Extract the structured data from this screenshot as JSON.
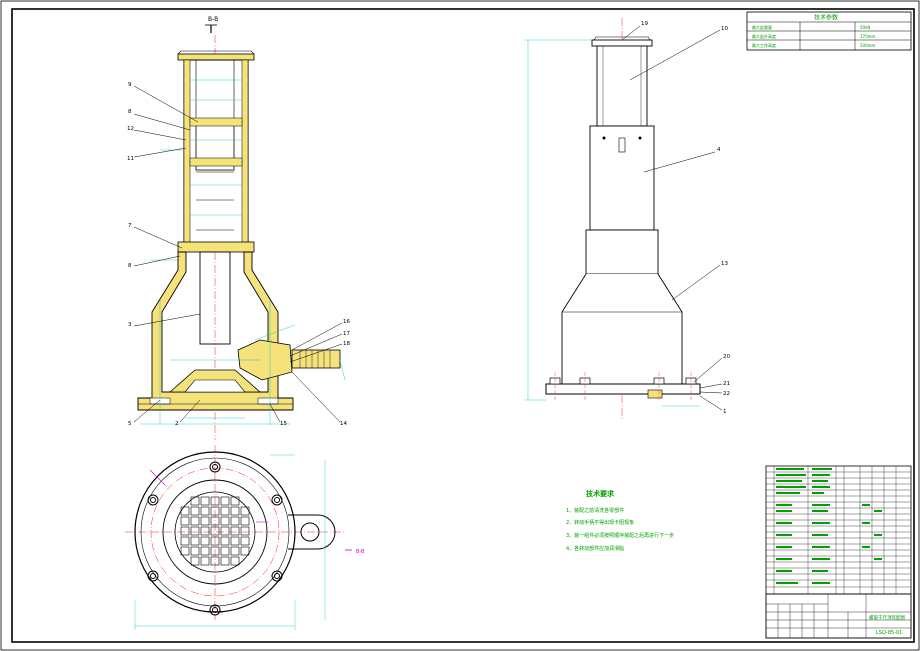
{
  "drawing": {
    "section_label": "B-B",
    "side_label": "B-B",
    "drawing_number": "LSQ-85-01",
    "drawing_title": "螺旋千斤顶装配图"
  },
  "tech_params": {
    "title": "技术参数",
    "rows": [
      {
        "name": "最大起重量",
        "value": "50kN"
      },
      {
        "name": "最大起升高度",
        "value": "170mm"
      },
      {
        "name": "最大工作高度",
        "value": "500mm"
      }
    ]
  },
  "requirements": {
    "title": "技术要求",
    "items": [
      "1、装配之前清洗各零部件",
      "2、转动手柄不得出现卡阻现象",
      "3、装一组件必须按照顺序装配之后再进行下一步",
      "4、各转动部件应加润滑脂"
    ]
  },
  "balloons_left": [
    {
      "num": "9"
    },
    {
      "num": "8"
    },
    {
      "num": "12"
    },
    {
      "num": "11"
    },
    {
      "num": "7"
    },
    {
      "num": "8"
    },
    {
      "num": "3"
    },
    {
      "num": "5"
    },
    {
      "num": "2"
    },
    {
      "num": "15"
    },
    {
      "num": "14"
    },
    {
      "num": "16"
    },
    {
      "num": "17"
    },
    {
      "num": "18"
    }
  ],
  "balloons_right": [
    {
      "num": "19"
    },
    {
      "num": "10"
    },
    {
      "num": "4"
    },
    {
      "num": "13"
    },
    {
      "num": "20"
    },
    {
      "num": "21"
    },
    {
      "num": "22"
    },
    {
      "num": "1"
    }
  ],
  "colors": {
    "line": "#000000",
    "casting": "#f5e27a",
    "dimension": "#00c8c8",
    "center": "#ff2020",
    "annotation": "#d000d0",
    "table_text": "#00a000"
  }
}
